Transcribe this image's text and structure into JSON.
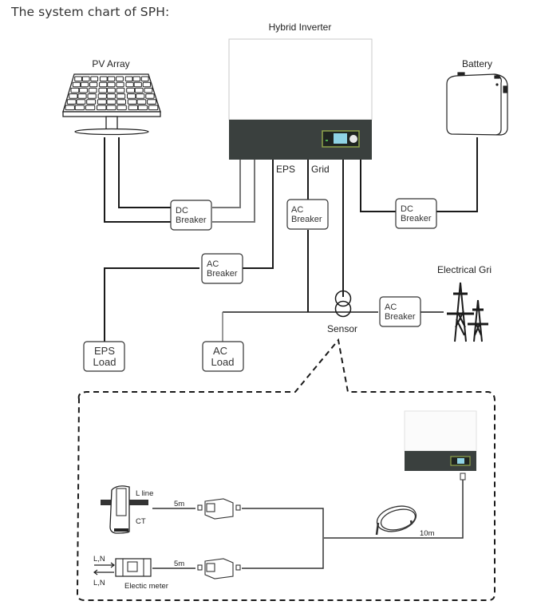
{
  "page": {
    "title": "The system chart of SPH:"
  },
  "colors": {
    "inverter_body": "#ffffff",
    "inverter_panel": "#3a403e",
    "display_border": "#8fa34a",
    "display_screen": "#8fd3e4",
    "line": "#1a1a1a",
    "line_gray": "#777777"
  },
  "components": {
    "inverter": {
      "label": "Hybrid Inverter",
      "ports": {
        "eps": "EPS",
        "grid": "Grid"
      }
    },
    "pv_array": {
      "label": "PV Array"
    },
    "battery": {
      "label": "Battery"
    },
    "electrical_grid": {
      "label": "Electrical Gri"
    },
    "sensor": {
      "label": "Sensor"
    },
    "eps_load": {
      "line1": "EPS",
      "line2": "Load"
    },
    "ac_load": {
      "line1": "AC",
      "line2": "Load"
    }
  },
  "breakers": {
    "pv_dc": {
      "line1": "DC",
      "line2": "Breaker"
    },
    "battery_dc": {
      "line1": "DC",
      "line2": "Breaker"
    },
    "grid_port_ac": {
      "line1": "AC",
      "line2": "Breaker"
    },
    "eps_ac": {
      "line1": "AC",
      "line2": "Breaker"
    },
    "utility_ac": {
      "line1": "AC",
      "line2": "Breaker"
    }
  },
  "detail": {
    "ct": {
      "label": "CT",
      "line_label": "L line",
      "cable_length": "5m"
    },
    "meter": {
      "label": "Electic meter",
      "in_label": "L,N",
      "out_label": "L,N",
      "cable_length": "5m"
    },
    "main_cable": {
      "length": "10m"
    }
  }
}
